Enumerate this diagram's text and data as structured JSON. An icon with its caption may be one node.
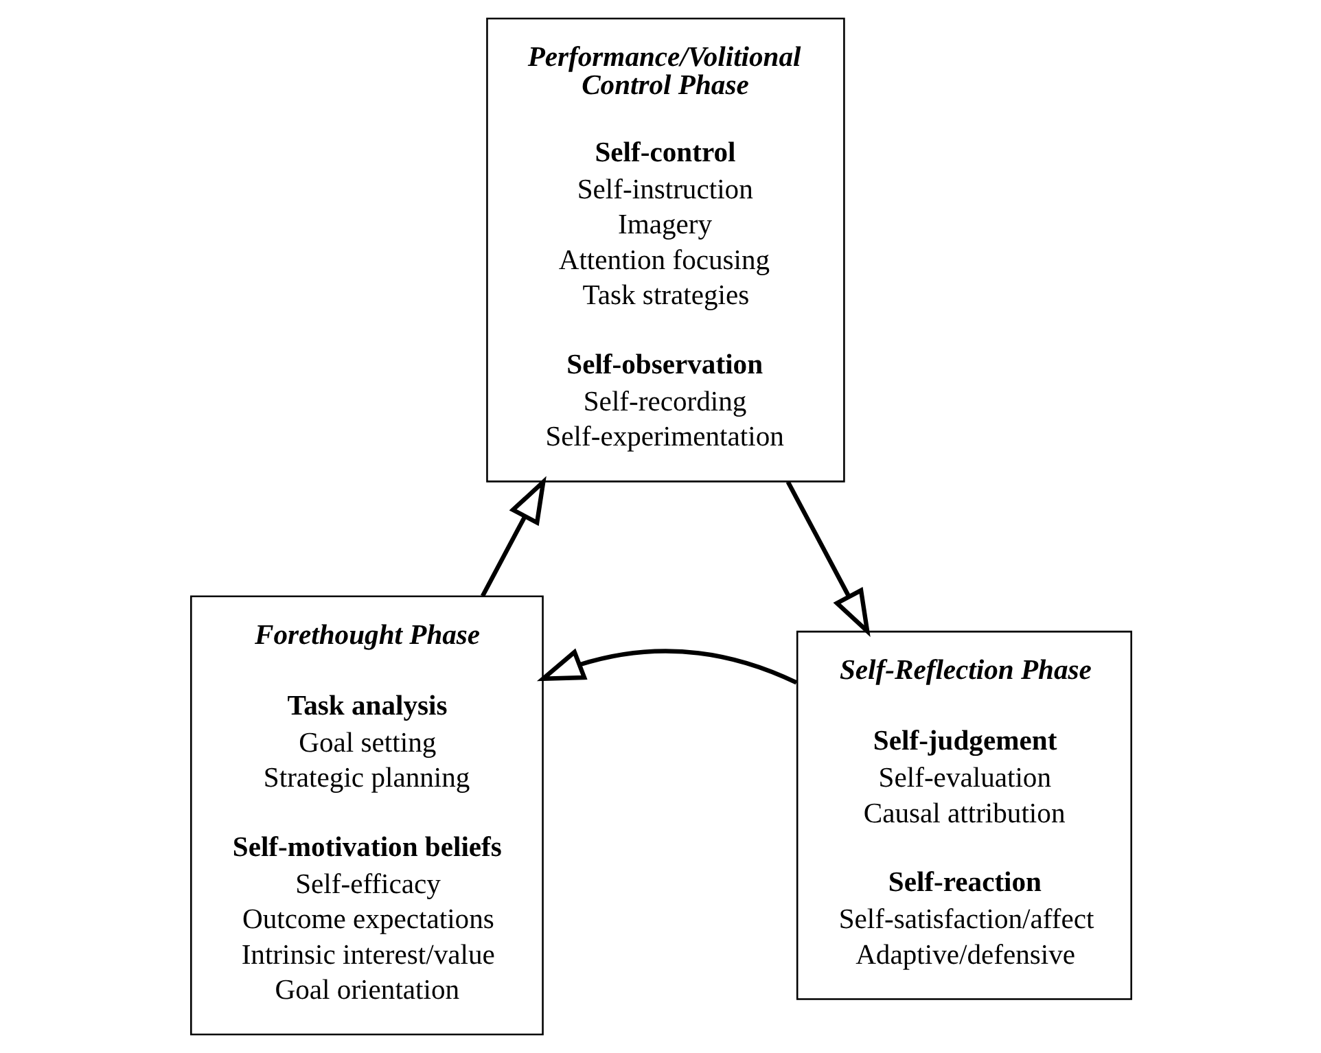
{
  "diagram": {
    "nodes": [
      {
        "text": [
          "Performance/Volitional Control Phase",
          "Self-control",
          "Self-instruction",
          "Imagery",
          "Attention focusing",
          "Task strategies",
          "Self-observation",
          "Self-recording",
          "Self-experimentation"
        ]
      },
      {
        "text": [
          "Forethought Phase",
          "Task analysis",
          "Goal setting",
          "Strategic planning",
          "Self-motivation beliefs",
          "Self-efficacy",
          "Outcome expectations",
          "Intrinsic interest/value",
          "Goal orientation"
        ]
      },
      {
        "text": [
          "Self-Reflection Phase",
          "Self-judgement",
          "Self-evaluation",
          "Causal attribution",
          "Self-reaction",
          "Self-satisfaction/affect",
          "Adaptive/defensive"
        ]
      }
    ],
    "edges": [
      {
        "from": 1,
        "to": 0,
        "arrow": "to"
      },
      {
        "from": 0,
        "to": 2,
        "arrow": "to"
      },
      {
        "from": 2,
        "to": 1,
        "arrow": "to"
      }
    ]
  }
}
